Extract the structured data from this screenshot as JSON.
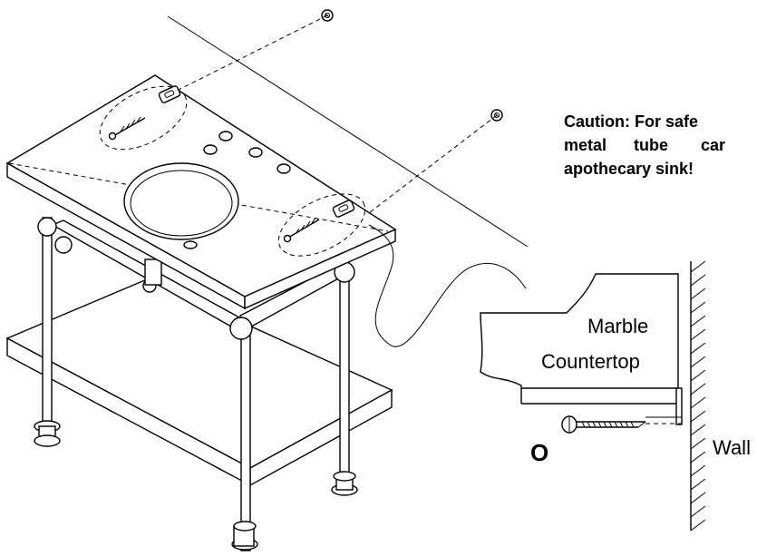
{
  "caution": {
    "line1": "Caution: For safe",
    "line2a": "metal",
    "line2b": "tube",
    "line2c": "car",
    "line3": "apothecary sink!"
  },
  "detail": {
    "material_line1": "Marble",
    "material_line2": "Countertop",
    "wall_label": "Wall",
    "callout_letter": "O"
  },
  "icons": [
    "wall-anchor-icon",
    "screw-icon",
    "wall-bracket-icon"
  ]
}
